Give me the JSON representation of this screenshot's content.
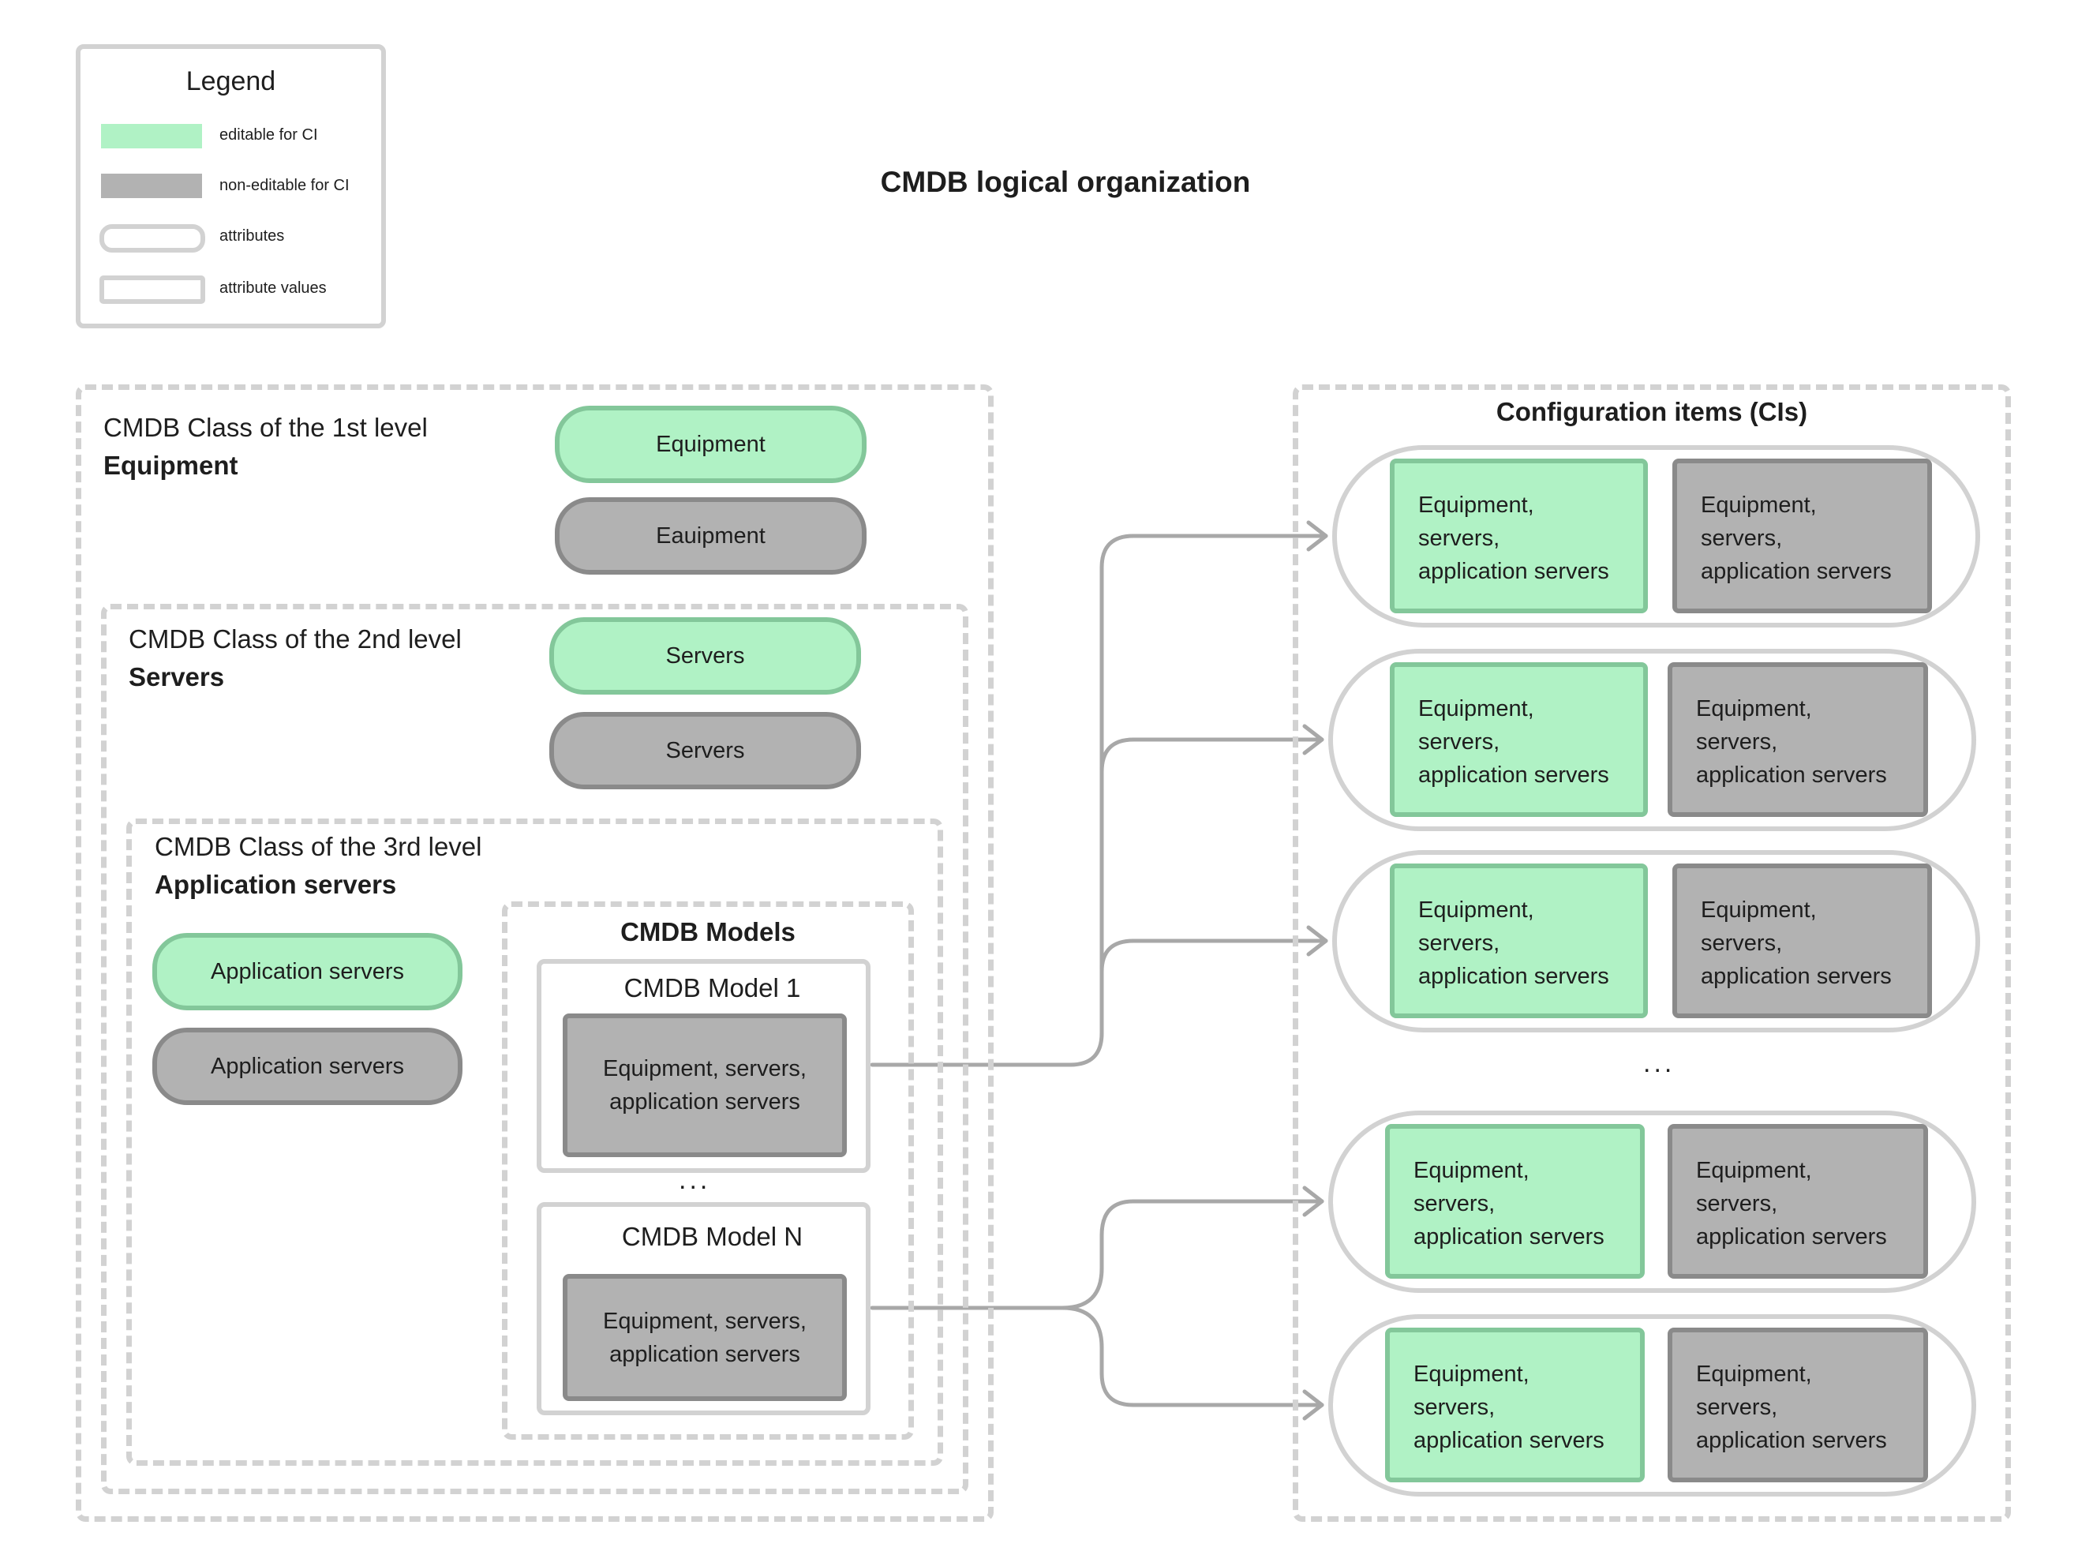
{
  "title": "CMDB logical organization",
  "legend": {
    "title": "Legend",
    "items": [
      {
        "label": "editable for CI",
        "kind": "green-fill"
      },
      {
        "label": "non-editable for CI",
        "kind": "grey-fill"
      },
      {
        "label": "attributes",
        "kind": "rounded-outline"
      },
      {
        "label": "attribute values",
        "kind": "rect-outline"
      }
    ]
  },
  "class_level_1": {
    "caption": "CMDB Class of the 1st level",
    "name": "Equipment",
    "editable_attr": "Equipment",
    "noneditable_attr": "Eauipment"
  },
  "class_level_2": {
    "caption": "CMDB Class of the 2nd level",
    "name": "Servers",
    "editable_attr": "Servers",
    "noneditable_attr": "Servers"
  },
  "class_level_3": {
    "caption": "CMDB Class of the 3rd level",
    "name": "Application servers",
    "editable_attr": "Application servers",
    "noneditable_attr": "Application servers"
  },
  "models": {
    "title": "CMDB Models",
    "model_1": {
      "title": "CMDB Model 1",
      "value_line1": "Equipment, servers,",
      "value_line2": "application servers"
    },
    "ellipsis": "...",
    "model_n": {
      "title": "CMDB Model N",
      "value_line1": "Equipment, servers,",
      "value_line2": "application servers"
    }
  },
  "cis": {
    "title": "Configuration items (CIs)",
    "ellipsis": "...",
    "item_line1": "Equipment,",
    "item_line2": "servers,",
    "item_line3": "application servers"
  },
  "colors": {
    "editable_fill": "#b0f2c5",
    "editable_border": "#83c79a",
    "noneditable_fill": "#b2b2b2",
    "noneditable_border": "#8a8a8a",
    "outline": "#d2d2d2",
    "connector": "#a8a8a8"
  }
}
